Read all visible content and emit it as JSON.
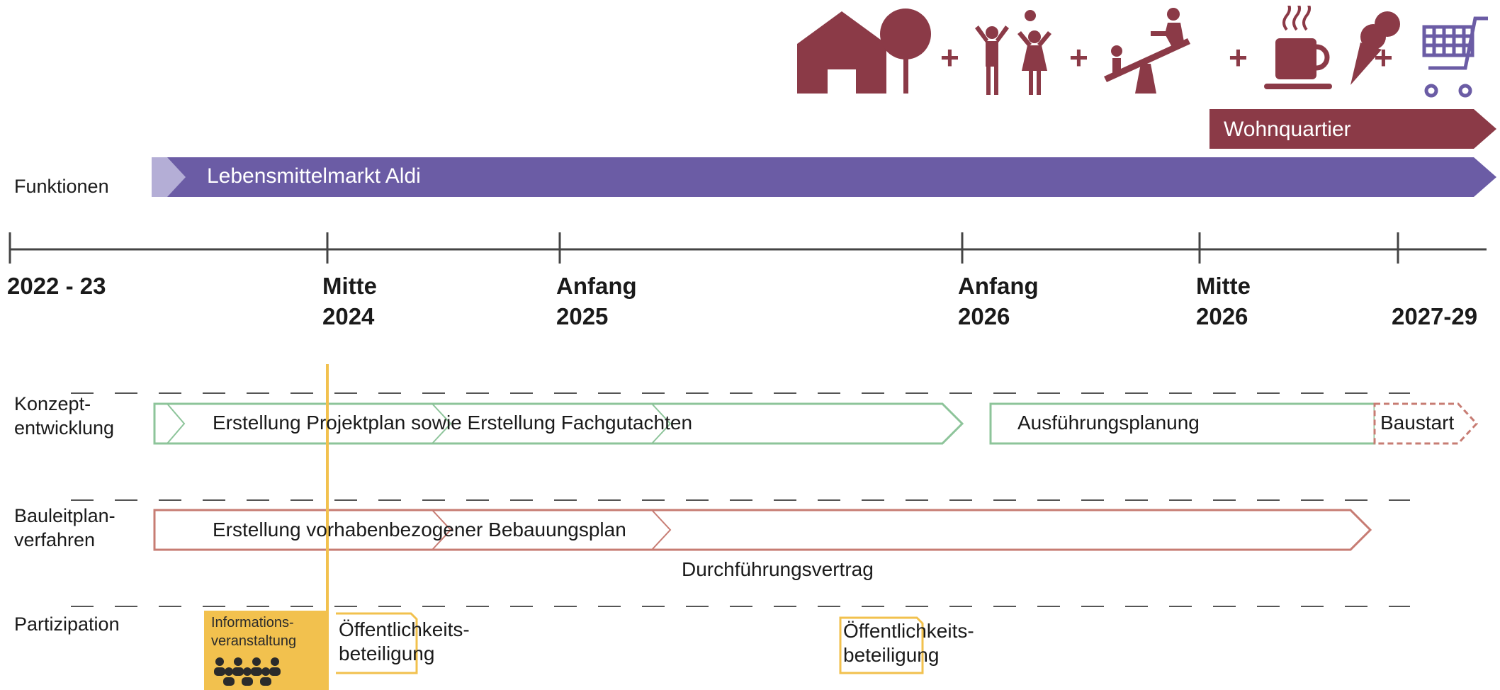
{
  "colors": {
    "purple": "#6b5ca5",
    "wine": "#8b3a47",
    "green": "#8dc49a",
    "red": "#c77c73",
    "yellow": "#f2c14e",
    "grey": "#555555"
  },
  "functions": {
    "row_label": "Funktionen",
    "aldi_label": "Lebensmittelmarkt Aldi",
    "wohn_label": "Wohnquartier",
    "icons": [
      "house-icon",
      "tree-icon",
      "children-icon",
      "seesaw-icon",
      "coffee-cup-icon",
      "ice-cream-icon",
      "shopping-cart-icon"
    ],
    "plus": "+"
  },
  "timeline": {
    "ticks": [
      {
        "line1": "2022 - 23",
        "line2": ""
      },
      {
        "line1": "Mitte",
        "line2": "2024"
      },
      {
        "line1": "Anfang",
        "line2": "2025"
      },
      {
        "line1": "Anfang",
        "line2": "2026"
      },
      {
        "line1": "Mitte",
        "line2": "2026"
      },
      {
        "line1": "",
        "line2": "2027-29"
      }
    ]
  },
  "rows": {
    "konzept": {
      "label_line1": "Konzept-",
      "label_line2": "entwicklung",
      "bar1_text": "Erstellung Projektplan sowie Erstellung Fachgutachten",
      "bar2_text": "Ausführungsplanung",
      "bar3_text": "Baustart"
    },
    "bauleit": {
      "label_line1": "Bauleitplan-",
      "label_line2": "verfahren",
      "bar_text": "Erstellung vorhabenbezogener Bebauungsplan",
      "contract_text": "Durchführungsvertrag"
    },
    "partizipation": {
      "label": "Partizipation",
      "info_line1": "Informations-",
      "info_line2": "veranstaltung",
      "public1_line1": "Öffentlichkeits-",
      "public1_line2": "beteiligung",
      "public2_line1": "Öffentlichkeits-",
      "public2_line2": "beteiligung"
    }
  }
}
